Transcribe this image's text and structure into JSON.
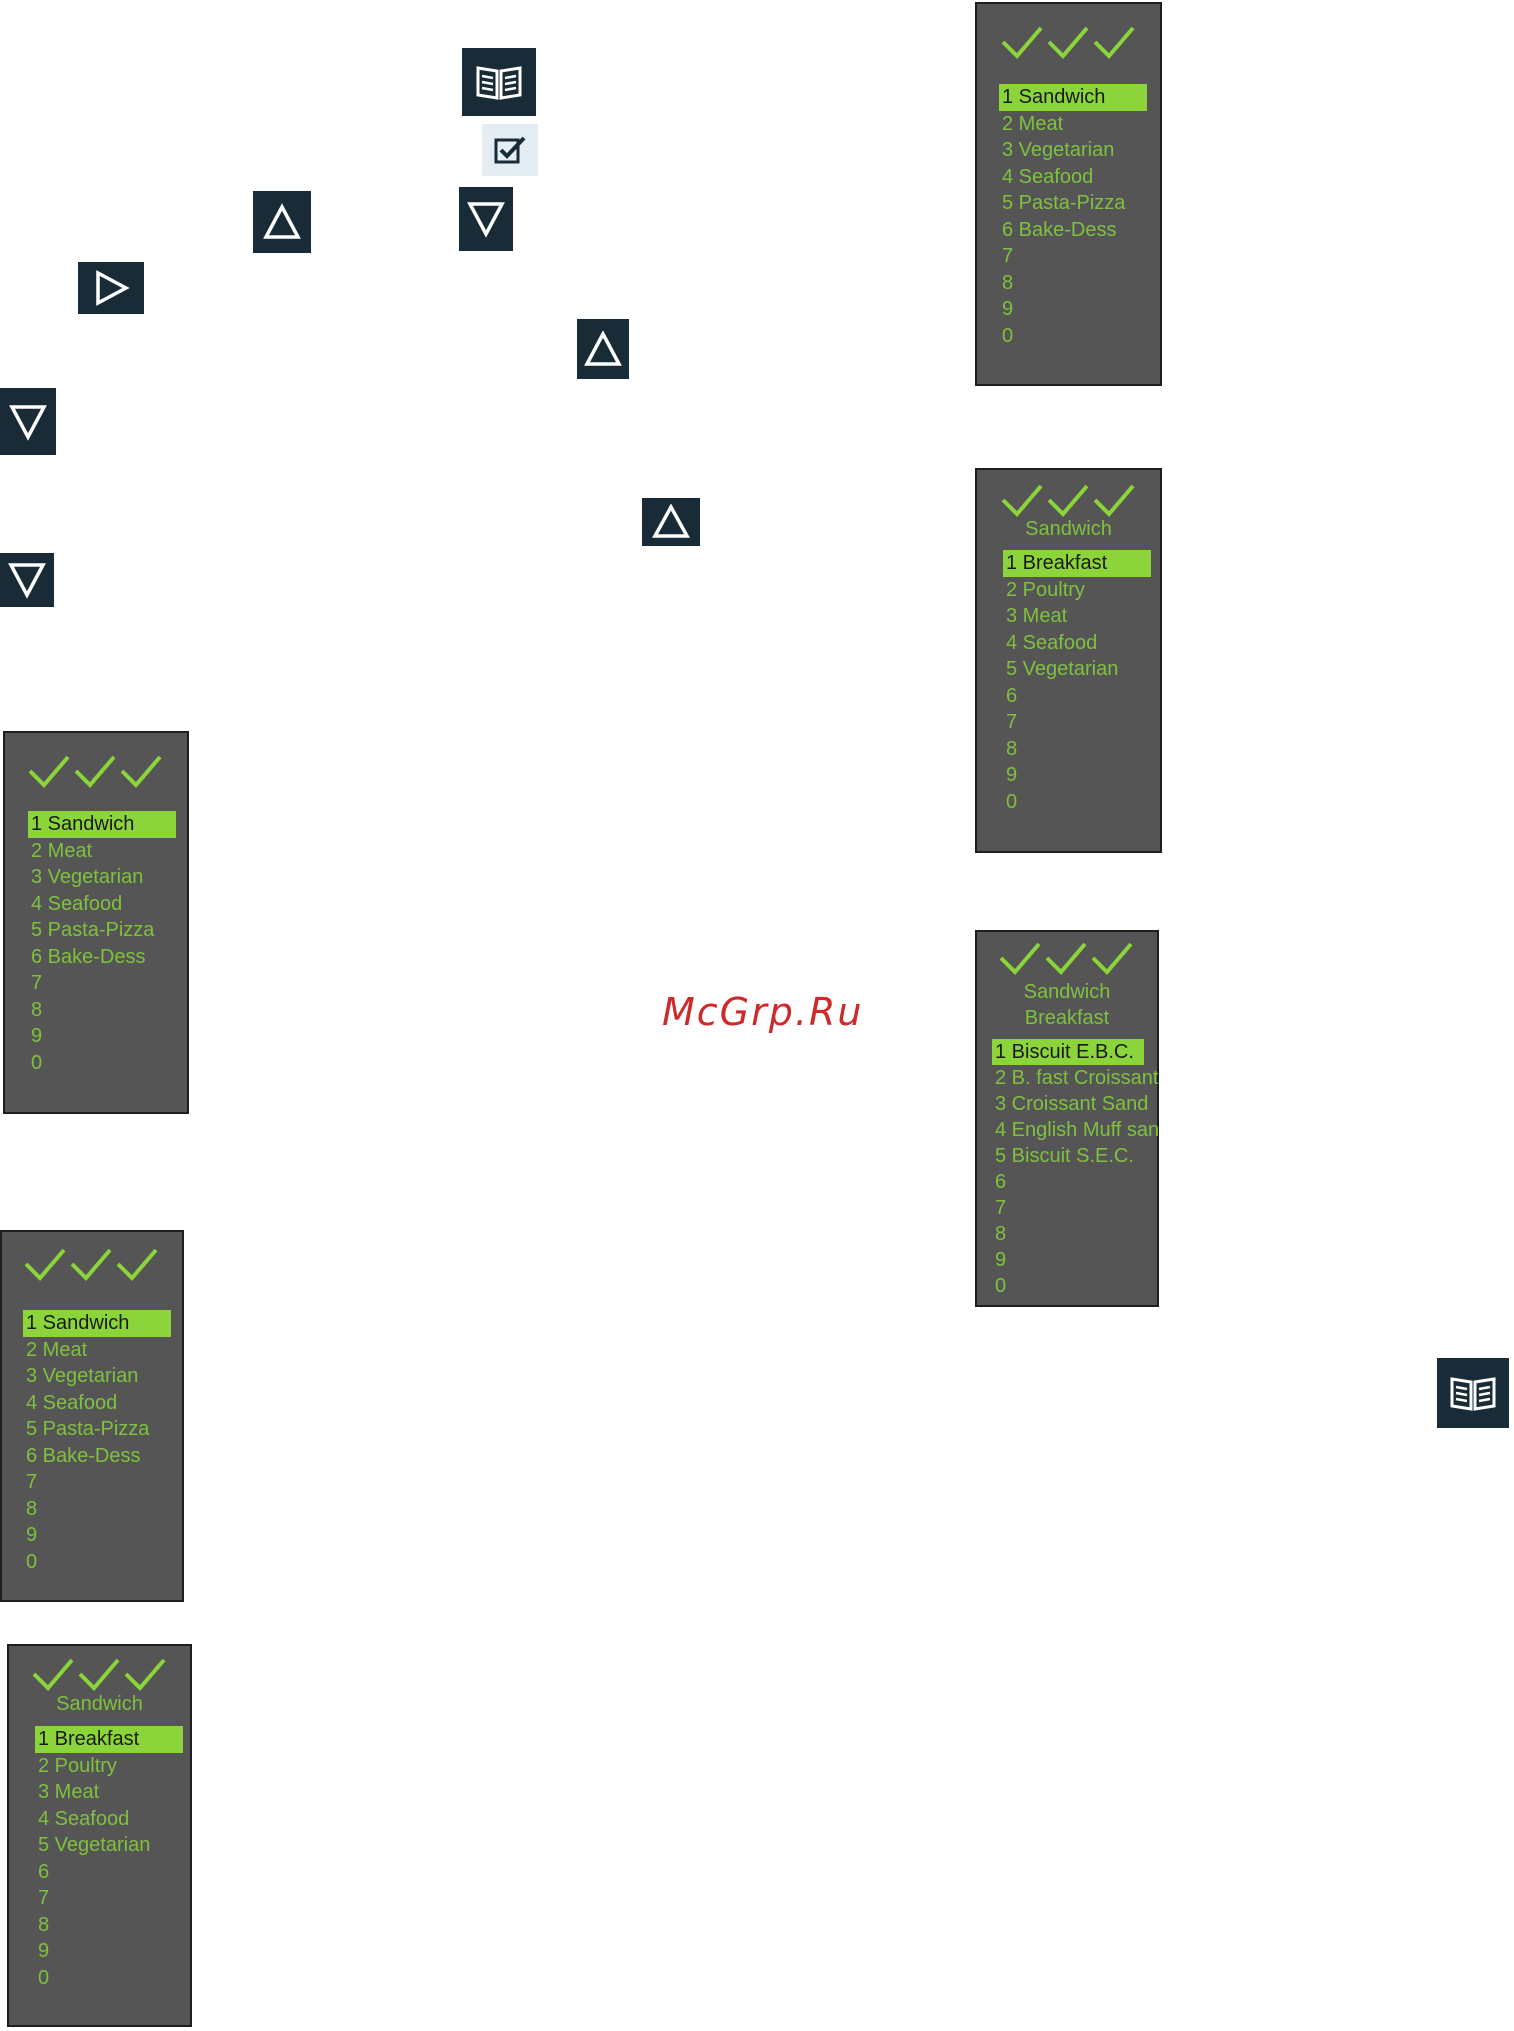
{
  "icons": {
    "book_icon": "book-icon",
    "check_icon": "checkbox-check-icon",
    "up_icon": "triangle-up-icon",
    "down_icon": "triangle-down-icon",
    "right_icon": "triangle-right-icon"
  },
  "colors": {
    "panel_bg": "#555555",
    "text_green": "#7fc13f",
    "highlight_green": "#8bd43a",
    "icon_bg": "#1a2b38",
    "watermark": "#cf2a2a"
  },
  "watermark": "McGrp.Ru",
  "menus": {
    "top_level": {
      "items": [
        "1 Sandwich",
        "2 Meat",
        "3 Vegetarian",
        "4 Seafood",
        "5 Pasta-Pizza",
        "6 Bake-Dess",
        "7",
        "8",
        "9",
        "0"
      ]
    },
    "sandwich": {
      "crumb": "Sandwich",
      "items": [
        "1 Breakfast",
        "2 Poultry",
        "3 Meat",
        "4 Seafood",
        "5 Vegetarian",
        "6",
        "7",
        "8",
        "9",
        "0"
      ]
    },
    "breakfast": {
      "crumb1": "Sandwich",
      "crumb2": "Breakfast",
      "items": [
        "1 Biscuit E.B.C.",
        "2 B. fast Croissant",
        "3 Croissant Sand",
        "4 English Muff san",
        "5 Biscuit S.E.C.",
        "6",
        "7",
        "8",
        "9",
        "0"
      ]
    }
  }
}
